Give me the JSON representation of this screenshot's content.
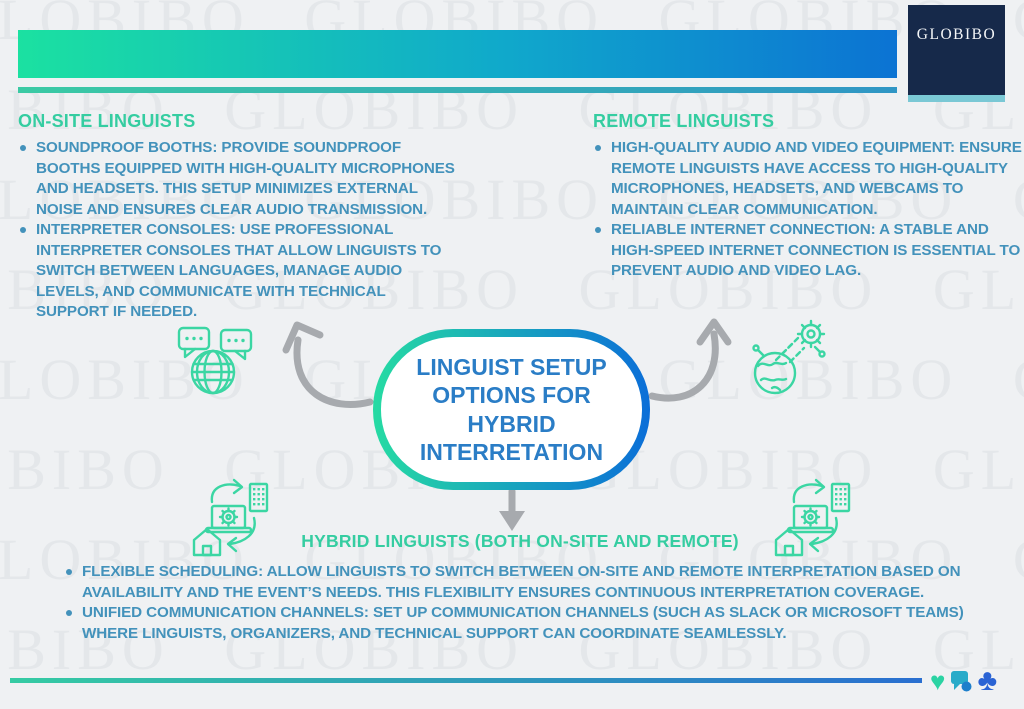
{
  "watermark": {
    "text": "GLOBIBO",
    "row": "GLOBIBO GLOBIBO GLOBIBO GLOBIBO GLOBIBO"
  },
  "logo": {
    "text": "GLOBIBO"
  },
  "center": {
    "lines": [
      "LINGUIST SETUP",
      "OPTIONS FOR",
      "HYBRID",
      "INTERRETATION"
    ]
  },
  "sections": {
    "onsite": {
      "heading": "ON-SITE LINGUISTS",
      "bullets": [
        "SOUNDPROOF BOOTHS: PROVIDE SOUNDPROOF BOOTHS EQUIPPED WITH HIGH-QUALITY MICROPHONES AND HEADSETS. THIS SETUP MINIMIZES EXTERNAL NOISE AND ENSURES CLEAR AUDIO TRANSMISSION.",
        "INTERPRETER CONSOLES: USE PROFESSIONAL INTERPRETER CONSOLES THAT ALLOW LINGUISTS TO SWITCH BETWEEN LANGUAGES, MANAGE AUDIO LEVELS, AND COMMUNICATE WITH TECHNICAL SUPPORT IF NEEDED."
      ]
    },
    "remote": {
      "heading": "REMOTE LINGUISTS",
      "bullets": [
        "HIGH-QUALITY AUDIO AND VIDEO EQUIPMENT: ENSURE REMOTE LINGUISTS HAVE ACCESS TO HIGH-QUALITY MICROPHONES, HEADSETS, AND WEBCAMS TO MAINTAIN CLEAR COMMUNICATION.",
        "RELIABLE INTERNET CONNECTION: A STABLE AND HIGH-SPEED INTERNET CONNECTION IS ESSENTIAL TO PREVENT AUDIO AND VIDEO LAG."
      ]
    },
    "hybrid": {
      "heading": "HYBRID LINGUISTS (BOTH ON-SITE AND REMOTE)",
      "bullets": [
        "FLEXIBLE SCHEDULING: ALLOW LINGUISTS TO SWITCH BETWEEN ON-SITE AND REMOTE INTERPRETATION BASED ON AVAILABILITY AND THE EVENT’S NEEDS. THIS FLEXIBILITY ENSURES CONTINUOUS INTERPRETATION COVERAGE.",
        "UNIFIED COMMUNICATION CHANNELS: SET UP COMMUNICATION CHANNELS (SUCH AS SLACK OR MICROSOFT TEAMS) WHERE LINGUISTS, ORGANIZERS, AND TECHNICAL SUPPORT CAN COORDINATE SEAMLESSLY."
      ]
    }
  },
  "icons": {
    "onsite": "chat-globe-icon",
    "remote": "digital-globe-gear-icon",
    "hybrid": "hybrid-work-cycle-icon",
    "footer": [
      "heart-icon",
      "chat-bubble-icon",
      "club-icon"
    ],
    "footer_glyphs": {
      "heart": "♥",
      "club": "♣"
    }
  },
  "colors": {
    "background": "#eff1f3",
    "gradient_start": "#1be1a1",
    "gradient_end": "#0c73d3",
    "heading": "#35cda1",
    "body_text": "#4392bb",
    "center_text": "#2a7dc6",
    "icon_green": "#3bd6a3",
    "arrow_gray": "#a7aaae",
    "logo_bg": "#16294a",
    "logo_accent": "#7ac8d5"
  }
}
